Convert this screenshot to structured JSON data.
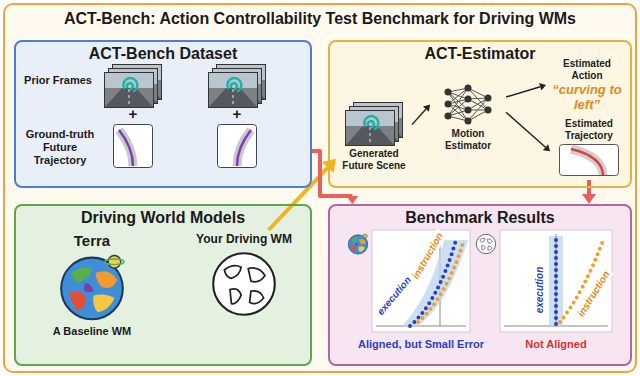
{
  "diagram": {
    "title": "ACT-Bench: Action Controllability Test Benchmark for Driving WMs",
    "nodes": [
      {
        "text": [
          "ACT-Bench Dataset"
        ]
      },
      {
        "text": [
          "ACT-Estimator"
        ]
      },
      {
        "text": [
          "Driving World Models"
        ]
      },
      {
        "text": [
          "Benchmark Results"
        ]
      },
      {
        "text": [
          "Generated Future Scene"
        ],
        "in": 1
      },
      {
        "text": [
          "Motion Estimator"
        ],
        "in": 1
      },
      {
        "text": [
          "Estimated Action",
          "“curving to left”"
        ],
        "in": 1
      },
      {
        "text": [
          "Estimated Trajectory"
        ],
        "in": 1
      },
      {
        "text": [
          "Terra",
          "A Baseline WM"
        ],
        "in": 2
      },
      {
        "text": [
          "Your Driving WM"
        ],
        "in": 2
      }
    ],
    "edges": [
      {
        "from": 4,
        "to": 5,
        "arrow": "to"
      },
      {
        "from": 5,
        "to": 6,
        "arrow": "to"
      },
      {
        "from": 5,
        "to": 7,
        "arrow": "to"
      },
      {
        "from": 9,
        "to": 4,
        "arrow": "to"
      },
      {
        "from": 0,
        "to": 3,
        "arrow": "to"
      },
      {
        "from": 7,
        "to": 3,
        "arrow": "to"
      }
    ],
    "labels": [
      "Prior Frames",
      "+",
      "+",
      "Ground-truth Future Trajectory",
      "instruction",
      "execution",
      "instruction",
      "execution",
      "Aligned, but Small Error",
      "Not Aligned"
    ]
  }
}
